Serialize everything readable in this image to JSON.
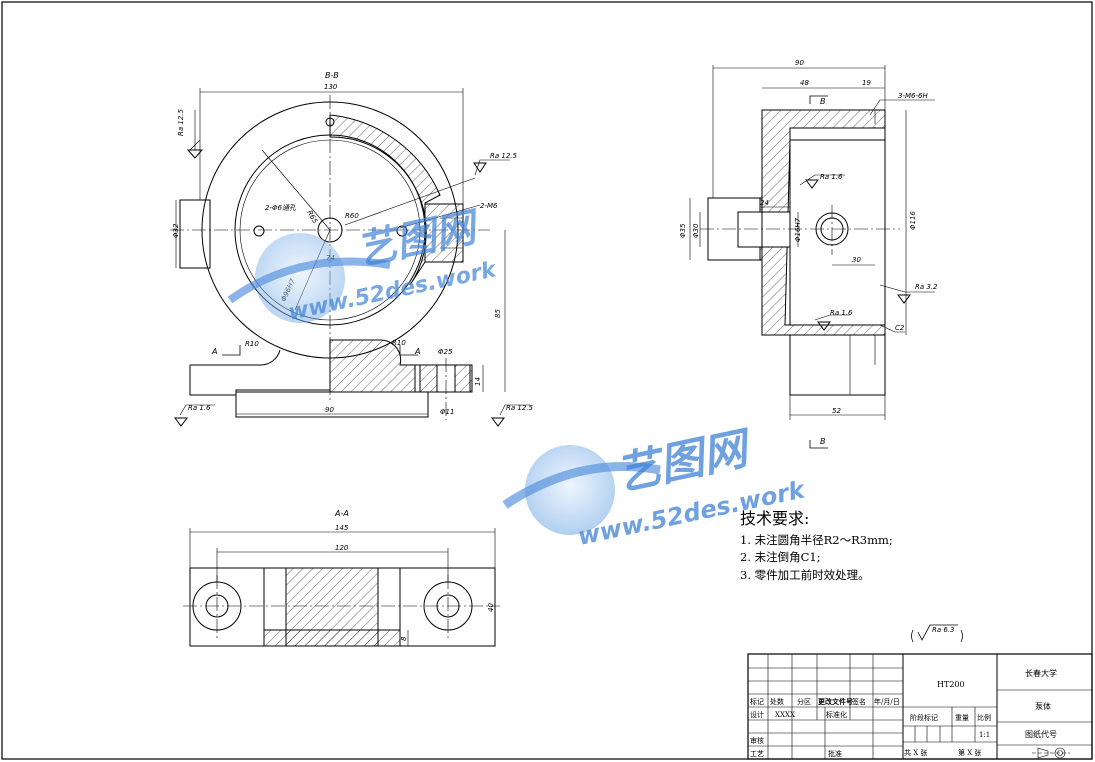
{
  "views": {
    "section_bb": "B-B",
    "section_aa": "A-A",
    "arrow_a": "A",
    "arrow_b": "B"
  },
  "dims": {
    "d130": "130",
    "d90_base": "90",
    "d90_top": "90",
    "d48": "48",
    "d19": "19",
    "d52": "52",
    "d145": "145",
    "d120": "120",
    "d40": "40",
    "d8": "8",
    "d30": "30",
    "d24": "24",
    "d74": "74",
    "d85": "85",
    "d14": "14",
    "phi25": "Φ25",
    "phi11": "Φ11",
    "phi32": "Φ32",
    "phi35": "Φ35",
    "phi30": "Φ30",
    "phi116": "Φ116",
    "phi16h7": "Φ16H7",
    "phi96h7": "Φ96H7",
    "r10a": "R10",
    "r10b": "R10",
    "r60": "R60",
    "r65": "R65",
    "holes": "2-Φ6通孔",
    "m6": "2-M6",
    "thread3m6": "3-M6-6H",
    "c2": "C2"
  },
  "roughness": {
    "ra125_a": "Ra 12.5",
    "ra125_b": "Ra 12.5",
    "ra125_c": "Ra 12.5",
    "ra16_a": "Ra 1.6",
    "ra16_b": "Ra 1.6",
    "ra32": "Ra 3.2",
    "ra16_c": "Ra 1.6",
    "ra63": "Ra 6.3"
  },
  "requirements": {
    "title": "技术要求:",
    "items": [
      "1. 未注圆角半径R2～R3mm;",
      "2. 未注倒角C1;",
      "3. 零件加工前时效处理。"
    ]
  },
  "title_block": {
    "university": "长春大学",
    "part_name": "泵体",
    "material": "HT200",
    "drawing_no": "图纸代号",
    "scale": "1:1",
    "stage_mark": "阶段标记",
    "weight": "重量",
    "ratio": "比例",
    "mark": "标记",
    "count": "处数",
    "zone": "分区",
    "change_doc": "更改文件号",
    "sign": "签名",
    "date": "年/月/日",
    "design": "设计",
    "design_name": "XXXX",
    "standard": "标准化",
    "review": "审核",
    "process": "工艺",
    "approve": "批准",
    "sheets_total": "共  X  张",
    "sheet_no": "第  X  张"
  },
  "watermark": {
    "brand": "艺图网",
    "url": "www.52des.work"
  },
  "colors": {
    "line": "#000000",
    "watermark_blue": "#3f82d8",
    "watermark_light": "#a9c9f0"
  }
}
